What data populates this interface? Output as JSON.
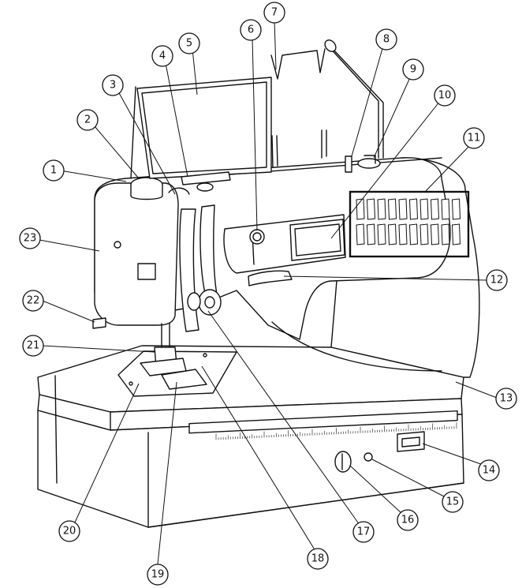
{
  "callouts": [
    {
      "id": 1,
      "label": "1"
    },
    {
      "id": 2,
      "label": "2"
    },
    {
      "id": 3,
      "label": "3"
    },
    {
      "id": 4,
      "label": "4"
    },
    {
      "id": 5,
      "label": "5"
    },
    {
      "id": 6,
      "label": "6"
    },
    {
      "id": 7,
      "label": "7"
    },
    {
      "id": 8,
      "label": "8"
    },
    {
      "id": 9,
      "label": "9"
    },
    {
      "id": 10,
      "label": "10"
    },
    {
      "id": 11,
      "label": "11"
    },
    {
      "id": 12,
      "label": "12"
    },
    {
      "id": 13,
      "label": "13"
    },
    {
      "id": 14,
      "label": "14"
    },
    {
      "id": 15,
      "label": "15"
    },
    {
      "id": 16,
      "label": "16"
    },
    {
      "id": 17,
      "label": "17"
    },
    {
      "id": 18,
      "label": "18"
    },
    {
      "id": 19,
      "label": "19"
    },
    {
      "id": 20,
      "label": "20"
    },
    {
      "id": 21,
      "label": "21"
    },
    {
      "id": 22,
      "label": "22"
    },
    {
      "id": 23,
      "label": "23"
    }
  ],
  "colors": {
    "line": "#111111",
    "background": "#ffffff"
  }
}
